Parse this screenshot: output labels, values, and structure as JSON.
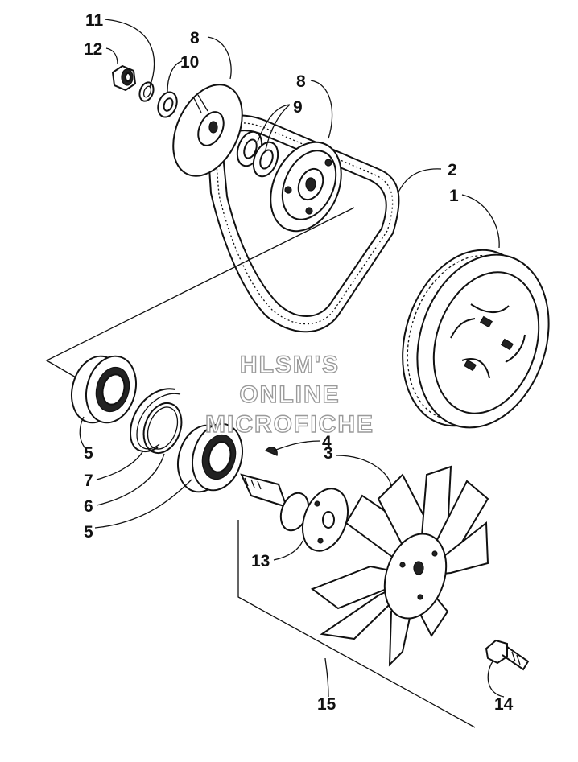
{
  "diagram": {
    "part_labels": {
      "p1": "1",
      "p2": "2",
      "p3": "3",
      "p4": "4",
      "p5_top": "5",
      "p5_bottom": "5",
      "p6": "6",
      "p7": "7",
      "p8_top": "8",
      "p8_mid": "8",
      "p9": "9",
      "p10": "10",
      "p11": "11",
      "p12": "12",
      "p13": "13",
      "p14": "14",
      "p15": "15"
    },
    "watermark": {
      "line1": "HLSM'S",
      "line2": "ONLINE",
      "line3": "MICROFICHE"
    }
  }
}
